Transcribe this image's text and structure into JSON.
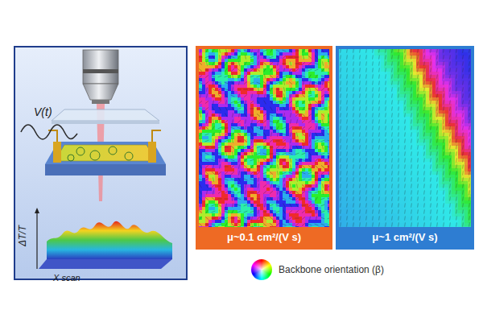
{
  "diagram": {
    "nodes": [
      {
        "text": [
          "μ~0.1 cm²/(V s)"
        ]
      },
      {
        "text": [
          "μ~1 cm²/(V s)"
        ]
      }
    ],
    "labels": [
      "V(t)",
      "ΔT/T",
      "X scan"
    ],
    "legend": [
      {
        "text": "Backbone orientation (β)"
      }
    ]
  }
}
